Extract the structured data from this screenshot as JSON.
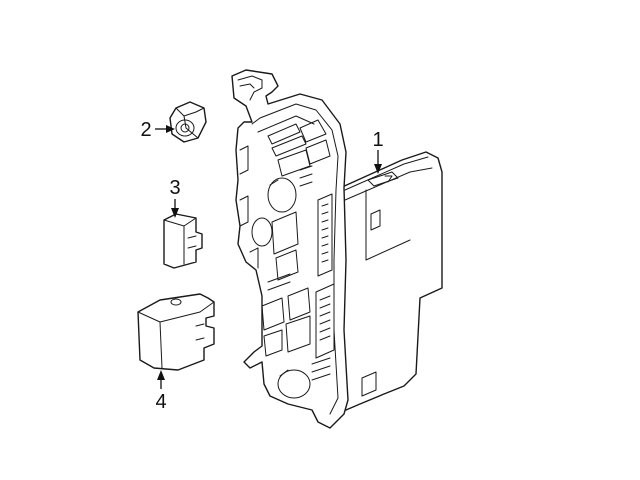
{
  "callouts": [
    {
      "id": "1",
      "label": "1"
    },
    {
      "id": "2",
      "label": "2"
    },
    {
      "id": "3",
      "label": "3"
    },
    {
      "id": "4",
      "label": "4"
    }
  ],
  "colors": {
    "line": "#1a1a1a",
    "background": "#ffffff"
  }
}
